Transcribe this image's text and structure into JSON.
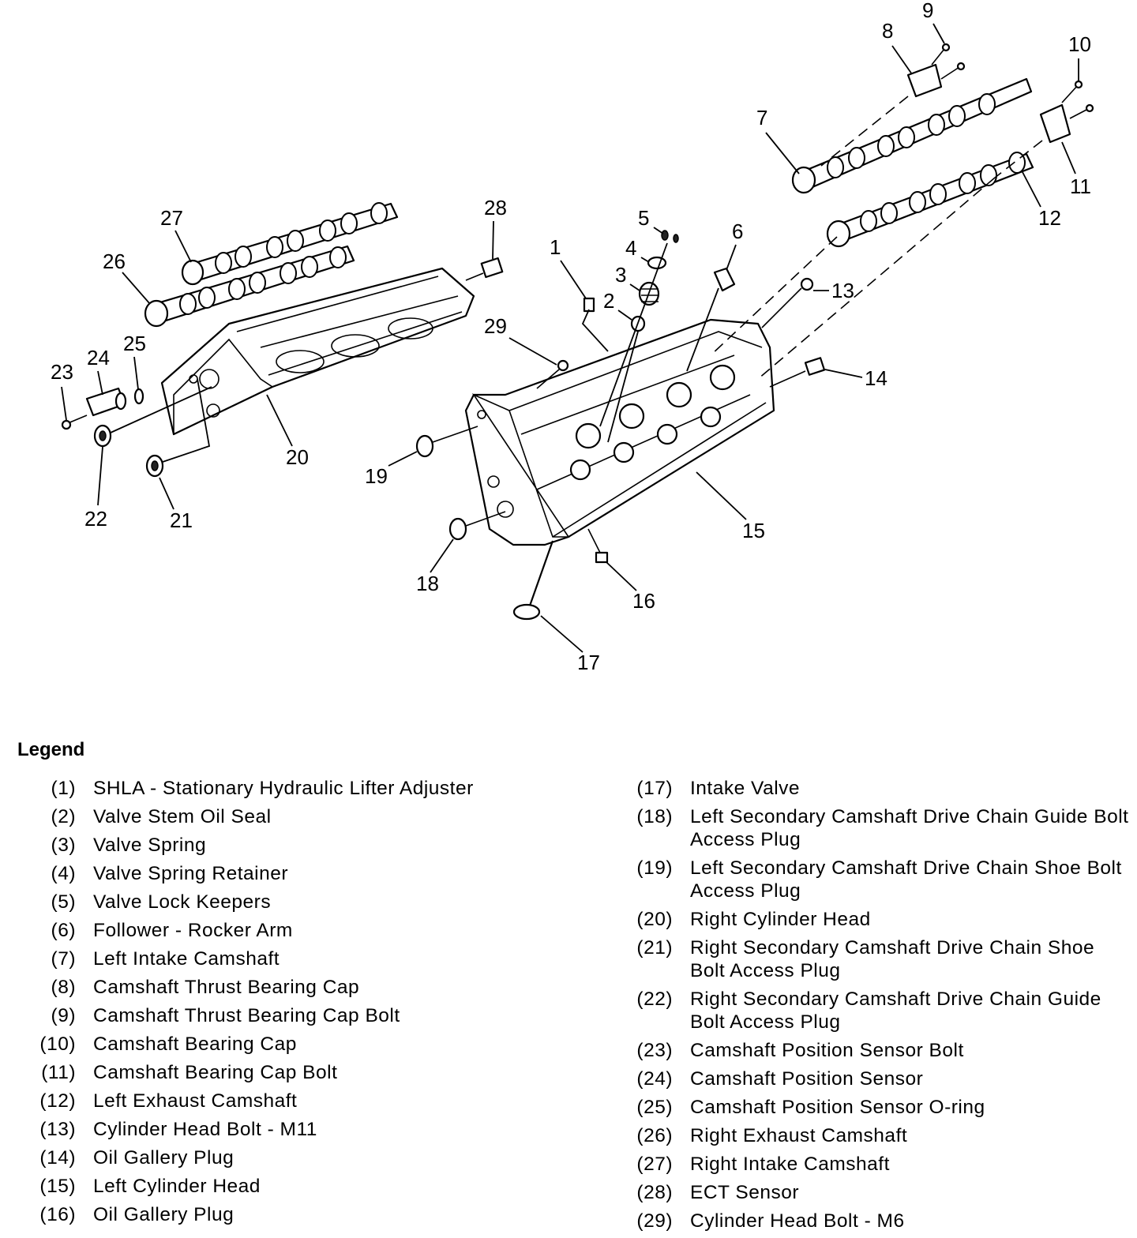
{
  "callouts": [
    "1",
    "2",
    "3",
    "4",
    "5",
    "6",
    "7",
    "8",
    "9",
    "10",
    "11",
    "12",
    "13",
    "14",
    "15",
    "16",
    "17",
    "18",
    "19",
    "20",
    "21",
    "22",
    "23",
    "24",
    "25",
    "26",
    "27",
    "28",
    "29"
  ],
  "legend": {
    "title": "Legend",
    "left": [
      {
        "num": "(1)",
        "text": "SHLA - Stationary Hydraulic Lifter Adjuster"
      },
      {
        "num": "(2)",
        "text": "Valve Stem Oil Seal"
      },
      {
        "num": "(3)",
        "text": "Valve Spring"
      },
      {
        "num": "(4)",
        "text": "Valve Spring Retainer"
      },
      {
        "num": "(5)",
        "text": "Valve Lock Keepers"
      },
      {
        "num": "(6)",
        "text": "Follower - Rocker Arm"
      },
      {
        "num": "(7)",
        "text": "Left Intake Camshaft"
      },
      {
        "num": "(8)",
        "text": "Camshaft Thrust Bearing Cap"
      },
      {
        "num": "(9)",
        "text": "Camshaft Thrust Bearing Cap Bolt"
      },
      {
        "num": "(10)",
        "text": "Camshaft Bearing Cap"
      },
      {
        "num": "(11)",
        "text": "Camshaft Bearing Cap Bolt"
      },
      {
        "num": "(12)",
        "text": "Left Exhaust Camshaft"
      },
      {
        "num": "(13)",
        "text": "Cylinder Head Bolt - M11"
      },
      {
        "num": "(14)",
        "text": "Oil Gallery Plug"
      },
      {
        "num": "(15)",
        "text": "Left Cylinder Head"
      },
      {
        "num": "(16)",
        "text": "Oil Gallery Plug"
      }
    ],
    "right": [
      {
        "num": "(17)",
        "text": "Intake Valve"
      },
      {
        "num": "(18)",
        "text": "Left Secondary Camshaft Drive Chain Guide Bolt Access Plug"
      },
      {
        "num": "(19)",
        "text": "Left Secondary Camshaft Drive Chain Shoe Bolt Access Plug"
      },
      {
        "num": "(20)",
        "text": "Right Cylinder Head"
      },
      {
        "num": "(21)",
        "text": "Right Secondary Camshaft Drive Chain Shoe Bolt Access Plug"
      },
      {
        "num": "(22)",
        "text": "Right Secondary Camshaft Drive Chain Guide Bolt Access Plug"
      },
      {
        "num": "(23)",
        "text": "Camshaft Position Sensor Bolt"
      },
      {
        "num": "(24)",
        "text": "Camshaft Position Sensor"
      },
      {
        "num": "(25)",
        "text": "Camshaft Position Sensor O-ring"
      },
      {
        "num": "(26)",
        "text": "Right Exhaust Camshaft"
      },
      {
        "num": "(27)",
        "text": "Right Intake Camshaft"
      },
      {
        "num": "(28)",
        "text": "ECT Sensor"
      },
      {
        "num": "(29)",
        "text": "Cylinder Head Bolt - M6"
      }
    ]
  }
}
